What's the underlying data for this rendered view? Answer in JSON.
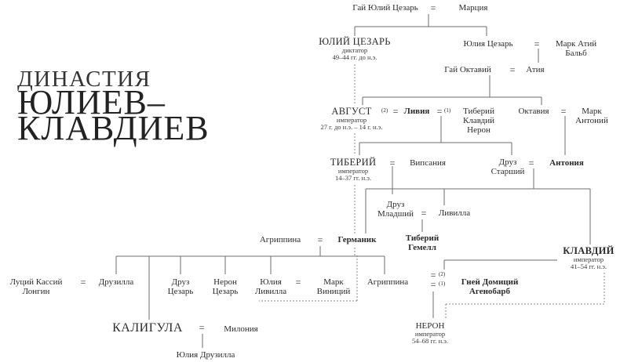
{
  "title": {
    "line1": "ДИНАСТИЯ",
    "line2": "ЮЛИЕВ–",
    "line3": "КЛАВДИЕВ"
  },
  "people": {
    "gaius_julius_caesar": {
      "name": "Гай Юлий Цезарь"
    },
    "marcia": {
      "name": "Марция"
    },
    "julius_caesar": {
      "name": "ЮЛИЙ ЦЕЗАРЬ",
      "title": "диктатор",
      "reign": "49–44 гг. до н.э."
    },
    "julia_caesar": {
      "name": "Юлия Цезарь"
    },
    "marcus_atius_balbus": {
      "line1": "Марк Атий",
      "line2": "Бальб"
    },
    "gaius_octavius": {
      "name": "Гай Октавий"
    },
    "atia": {
      "name": "Атия"
    },
    "augustus": {
      "name": "АВГУСТ",
      "title": "император",
      "reign": "27 г. до н.э. – 14 г. н.э."
    },
    "livia": {
      "name": "Ливия"
    },
    "tiberius_claudius_nero": {
      "line1": "Тиберий",
      "line2": "Клавдий",
      "line3": "Нерон"
    },
    "octavia": {
      "name": "Октавия"
    },
    "mark_antony": {
      "line1": "Марк",
      "line2": "Антоний"
    },
    "tiberius": {
      "name": "ТИБЕРИЙ",
      "title": "император",
      "reign": "14–37 гг. н.э."
    },
    "vipsania": {
      "name": "Випсания"
    },
    "drusus_elder": {
      "line1": "Друз",
      "line2": "Старший"
    },
    "antonia": {
      "name": "Антония"
    },
    "drusus_younger": {
      "line1": "Друз",
      "line2": "Младший"
    },
    "livilla": {
      "name": "Ливилла"
    },
    "tiberius_gemellus": {
      "line1": "Тиберий",
      "line2": "Гемелл"
    },
    "agrippina_elder": {
      "name": "Агриппина"
    },
    "germanicus": {
      "name": "Германик"
    },
    "claudius": {
      "name": "КЛАВДИЙ",
      "title": "император",
      "reign": "41–54 гг. н.э."
    },
    "lucius_cassius_longinus": {
      "line1": "Луций Кассий",
      "line2": "Лонгин"
    },
    "drusilla": {
      "name": "Друзилла"
    },
    "drusus_caesar": {
      "line1": "Друз",
      "line2": "Цезарь"
    },
    "nero_caesar": {
      "line1": "Нерон",
      "line2": "Цезарь"
    },
    "julia_livilla": {
      "line1": "Юлия",
      "line2": "Ливилла"
    },
    "marcus_vinicius": {
      "line1": "Марк",
      "line2": "Виниций"
    },
    "agrippina_younger": {
      "name": "Агриппина"
    },
    "gnaeus_domitius": {
      "line1": "Гней Домиций",
      "line2": "Агенобарб"
    },
    "caligula": {
      "name": "КАЛИГУЛА"
    },
    "milonia": {
      "name": "Милония"
    },
    "julia_drusilla": {
      "name": "Юлия Друзилла"
    },
    "nero": {
      "name": "НЕРОН",
      "title": "император",
      "reign": "54–68 гг. н.э."
    }
  },
  "marks": {
    "equals": "=",
    "marriage_2": "(2)",
    "marriage_1": "(1)"
  },
  "colors": {
    "text": "#2b2b2b",
    "line": "#6e6e6e"
  }
}
